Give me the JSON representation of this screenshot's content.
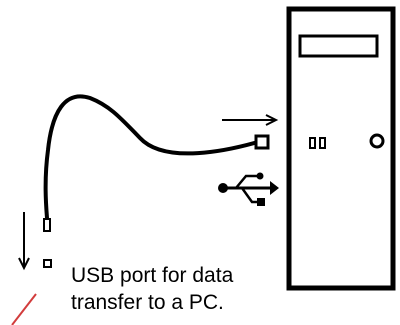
{
  "caption": {
    "line1": "USB port for data",
    "line2": "transfer to a PC."
  },
  "icons": {
    "usb_symbol": "usb-trident-icon",
    "computer": "desktop-tower-icon",
    "cable": "usb-cable",
    "arrow_to_pc": "arrow-right-icon",
    "arrow_down": "arrow-down-icon"
  },
  "colors": {
    "stroke": "#000000",
    "accent_line": "#d23c3c",
    "background": "#ffffff"
  }
}
